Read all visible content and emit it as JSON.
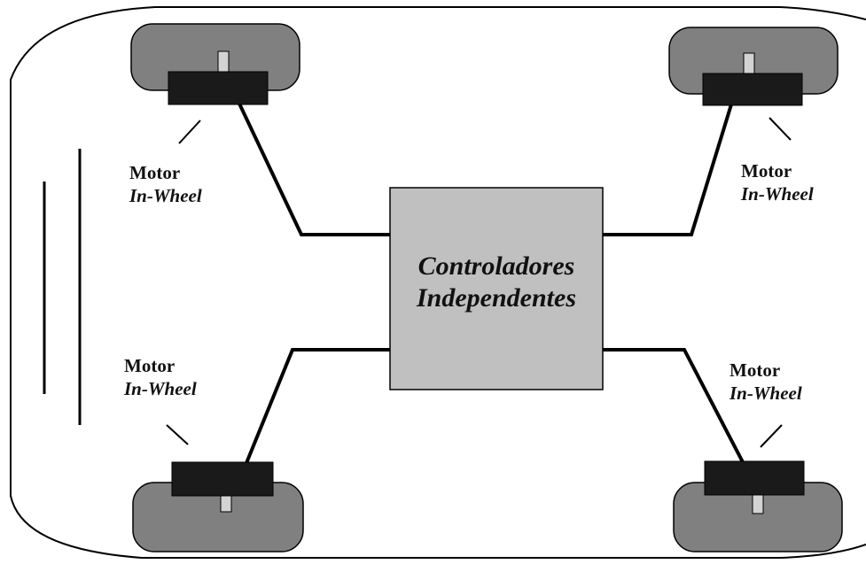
{
  "controller": {
    "line1": "Controladores",
    "line2": "Independentes"
  },
  "motors": {
    "front_left": {
      "line1": "Motor",
      "line2": "In-Wheel"
    },
    "front_right": {
      "line1": "Motor",
      "line2": "In-Wheel"
    },
    "rear_left": {
      "line1": "Motor",
      "line2": "In-Wheel"
    },
    "rear_right": {
      "line1": "Motor",
      "line2": "In-Wheel"
    }
  },
  "colors": {
    "tire": "#808080",
    "motor": "#1a1a1a",
    "axle": "#d3d3d3",
    "controller_fill": "#c0c0c0",
    "line": "#000000"
  }
}
